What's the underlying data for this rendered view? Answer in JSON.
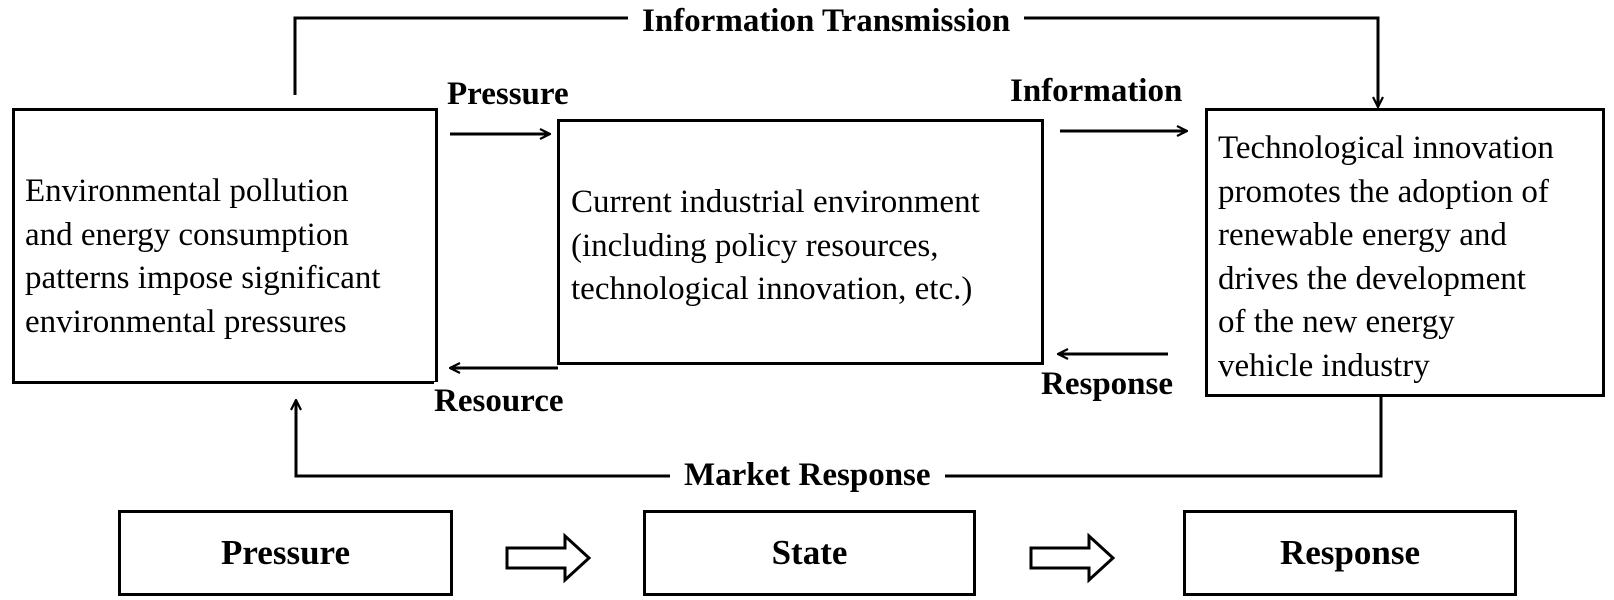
{
  "diagram": {
    "boxes": {
      "pressure_box": [
        "Environmental pollution",
        "and energy consumption",
        "patterns impose significant",
        "environmental pressures"
      ],
      "state_box": [
        "Current industrial environment",
        "(including policy resources,",
        "technological innovation, etc.)"
      ],
      "response_box": [
        "Technological innovation",
        "promotes the adoption of",
        "renewable energy and",
        "drives the development",
        "of the new energy",
        "vehicle industry"
      ]
    },
    "arrow_labels": {
      "information_transmission": "Information Transmission",
      "pressure": "Pressure",
      "information": "Information",
      "resource": "Resource",
      "response": "Response",
      "market_response": "Market Response"
    },
    "stages": [
      "Pressure",
      "State",
      "Response"
    ]
  }
}
